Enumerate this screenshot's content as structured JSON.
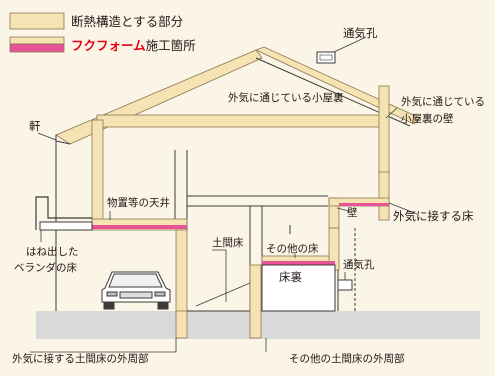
{
  "legend": {
    "insulation_structure": "断熱構造とする部分",
    "brand": "フクフォーム",
    "brand_suffix": "施工箇所"
  },
  "labels": {
    "vent_hole_top": "通気孔",
    "eaves": "軒",
    "attic_open": "外気に通じている小屋裏",
    "attic_wall_line1": "外気に通じている",
    "attic_wall_line2": "小屋裏の壁",
    "storage_ceiling": "物置等の天井",
    "wall": "壁",
    "floor_exposed": "外気に接する床",
    "veranda_line1": "はね出した",
    "veranda_line2": "ベランダの床",
    "earth_floor": "土間床",
    "other_floor": "その他の床",
    "vent_hole_small": "通気孔",
    "underfloor": "床裏",
    "earth_perimeter_exposed": "外気に接する土間床の外周部",
    "earth_perimeter_other": "その他の土間床の外周部"
  },
  "colors": {
    "insulation": "#f5e3b3",
    "insulation_stroke": "#8a7650",
    "brand_pink": "#e85297",
    "ground": "#d9d9d9",
    "line": "#3e3a39",
    "background": "#fbf5e8"
  }
}
